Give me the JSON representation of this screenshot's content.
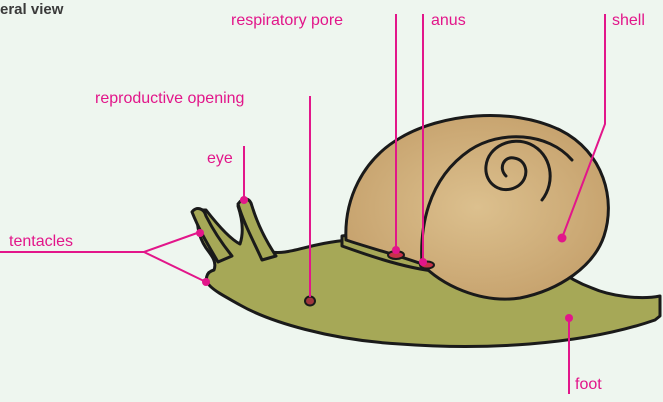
{
  "diagram": {
    "title": "eral view",
    "colors": {
      "background": "#eef6ef",
      "label": "#e2168a",
      "outline": "#1a1a1a",
      "body_fill": "#a6a857",
      "shell_fill": "#d2b07c"
    },
    "labels": {
      "respiratory_pore": "respiratory pore",
      "anus": "anus",
      "shell": "shell",
      "reproductive_opening": "reproductive opening",
      "eye": "eye",
      "tentacles": "tentacles",
      "foot": "foot"
    }
  }
}
